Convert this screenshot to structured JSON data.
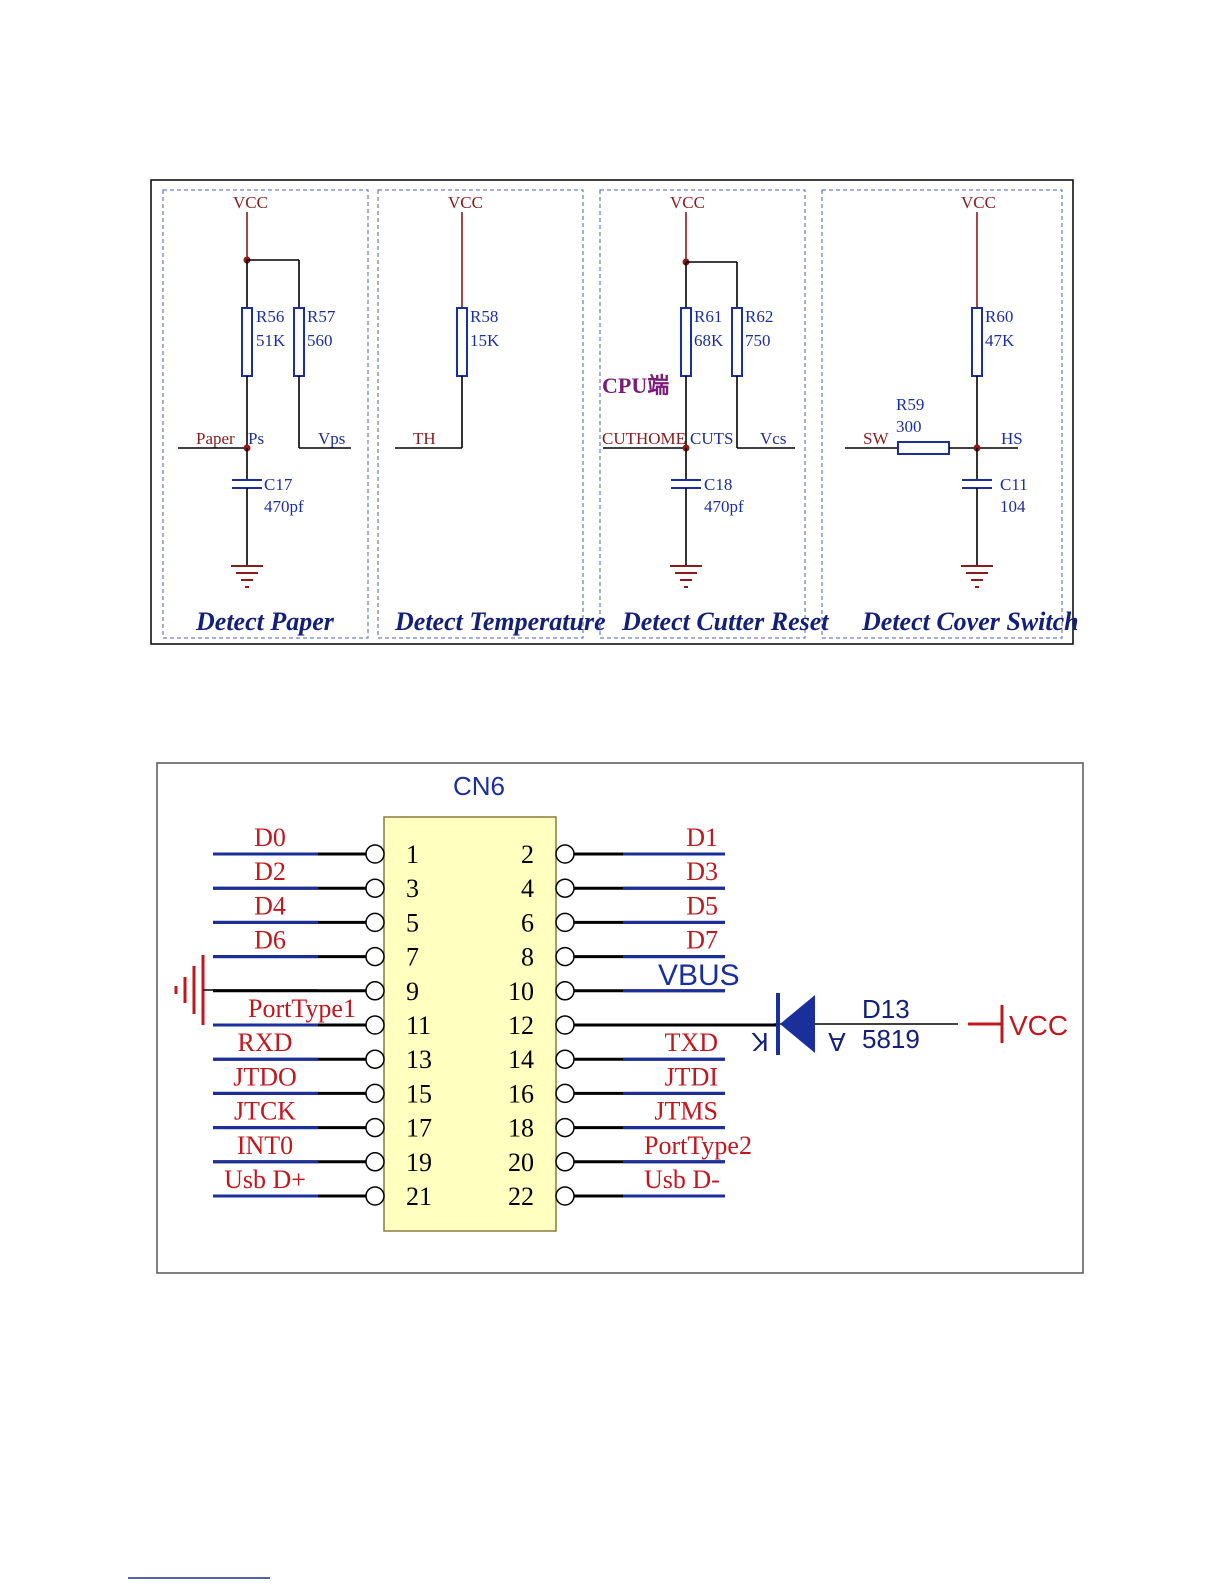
{
  "top_schematic": {
    "panels": [
      {
        "title": "Detect Paper"
      },
      {
        "title": "Detect Temperature"
      },
      {
        "title": "Detect  Cutter Reset"
      },
      {
        "title": "Detect Cover Switch"
      }
    ],
    "vcc": "VCC",
    "paper": {
      "r56": {
        "ref": "R56",
        "value": "51K"
      },
      "r57": {
        "ref": "R57",
        "value": "560"
      },
      "c17": {
        "ref": "C17",
        "value": "470pf"
      },
      "net_paper": "Paper",
      "net_ps": "Ps",
      "net_vps": "Vps"
    },
    "temp": {
      "r58": {
        "ref": "R58",
        "value": "15K"
      },
      "net_th": "TH"
    },
    "cutter": {
      "cpu_note": "CPU端",
      "r61": {
        "ref": "R61",
        "value": "68K"
      },
      "r62": {
        "ref": "R62",
        "value": "750"
      },
      "c18": {
        "ref": "C18",
        "value": "470pf"
      },
      "net_cuthome": "CUTHOME",
      "net_cuts": "CUTS",
      "net_vcs": "Vcs"
    },
    "cover": {
      "r59": {
        "ref": "R59",
        "value": "300"
      },
      "r60": {
        "ref": "R60",
        "value": "47K"
      },
      "c11": {
        "ref": "C11",
        "value": "104"
      },
      "net_sw": "SW",
      "net_hs": "HS"
    }
  },
  "connector": {
    "ref": "CN6",
    "left_pins": [
      {
        "num": "1",
        "label": "D0"
      },
      {
        "num": "3",
        "label": "D2"
      },
      {
        "num": "5",
        "label": "D4"
      },
      {
        "num": "7",
        "label": "D6"
      },
      {
        "num": "9",
        "label": ""
      },
      {
        "num": "11",
        "label": "PortType1"
      },
      {
        "num": "13",
        "label": "RXD"
      },
      {
        "num": "15",
        "label": "JTDO"
      },
      {
        "num": "17",
        "label": "JTCK"
      },
      {
        "num": "19",
        "label": "INT0"
      },
      {
        "num": "21",
        "label": "Usb  D+"
      }
    ],
    "right_pins": [
      {
        "num": "2",
        "label": "D1"
      },
      {
        "num": "4",
        "label": "D3"
      },
      {
        "num": "6",
        "label": "D5"
      },
      {
        "num": "8",
        "label": "D7"
      },
      {
        "num": "10",
        "label": "VBUS"
      },
      {
        "num": "12",
        "label": ""
      },
      {
        "num": "14",
        "label": "TXD"
      },
      {
        "num": "16",
        "label": "JTDI"
      },
      {
        "num": "18",
        "label": "JTMS"
      },
      {
        "num": "20",
        "label": "PortType2"
      },
      {
        "num": "22",
        "label": "Usb  D-"
      }
    ],
    "diode": {
      "ref": "D13",
      "value": "5819",
      "k": "K",
      "a": "A"
    },
    "vcc": "VCC"
  },
  "colors": {
    "net_red": "#8b1a1a",
    "ref_blue": "#1a2f9b",
    "body_yellow": "#ffffc0",
    "pin_red": "#c0181c"
  }
}
